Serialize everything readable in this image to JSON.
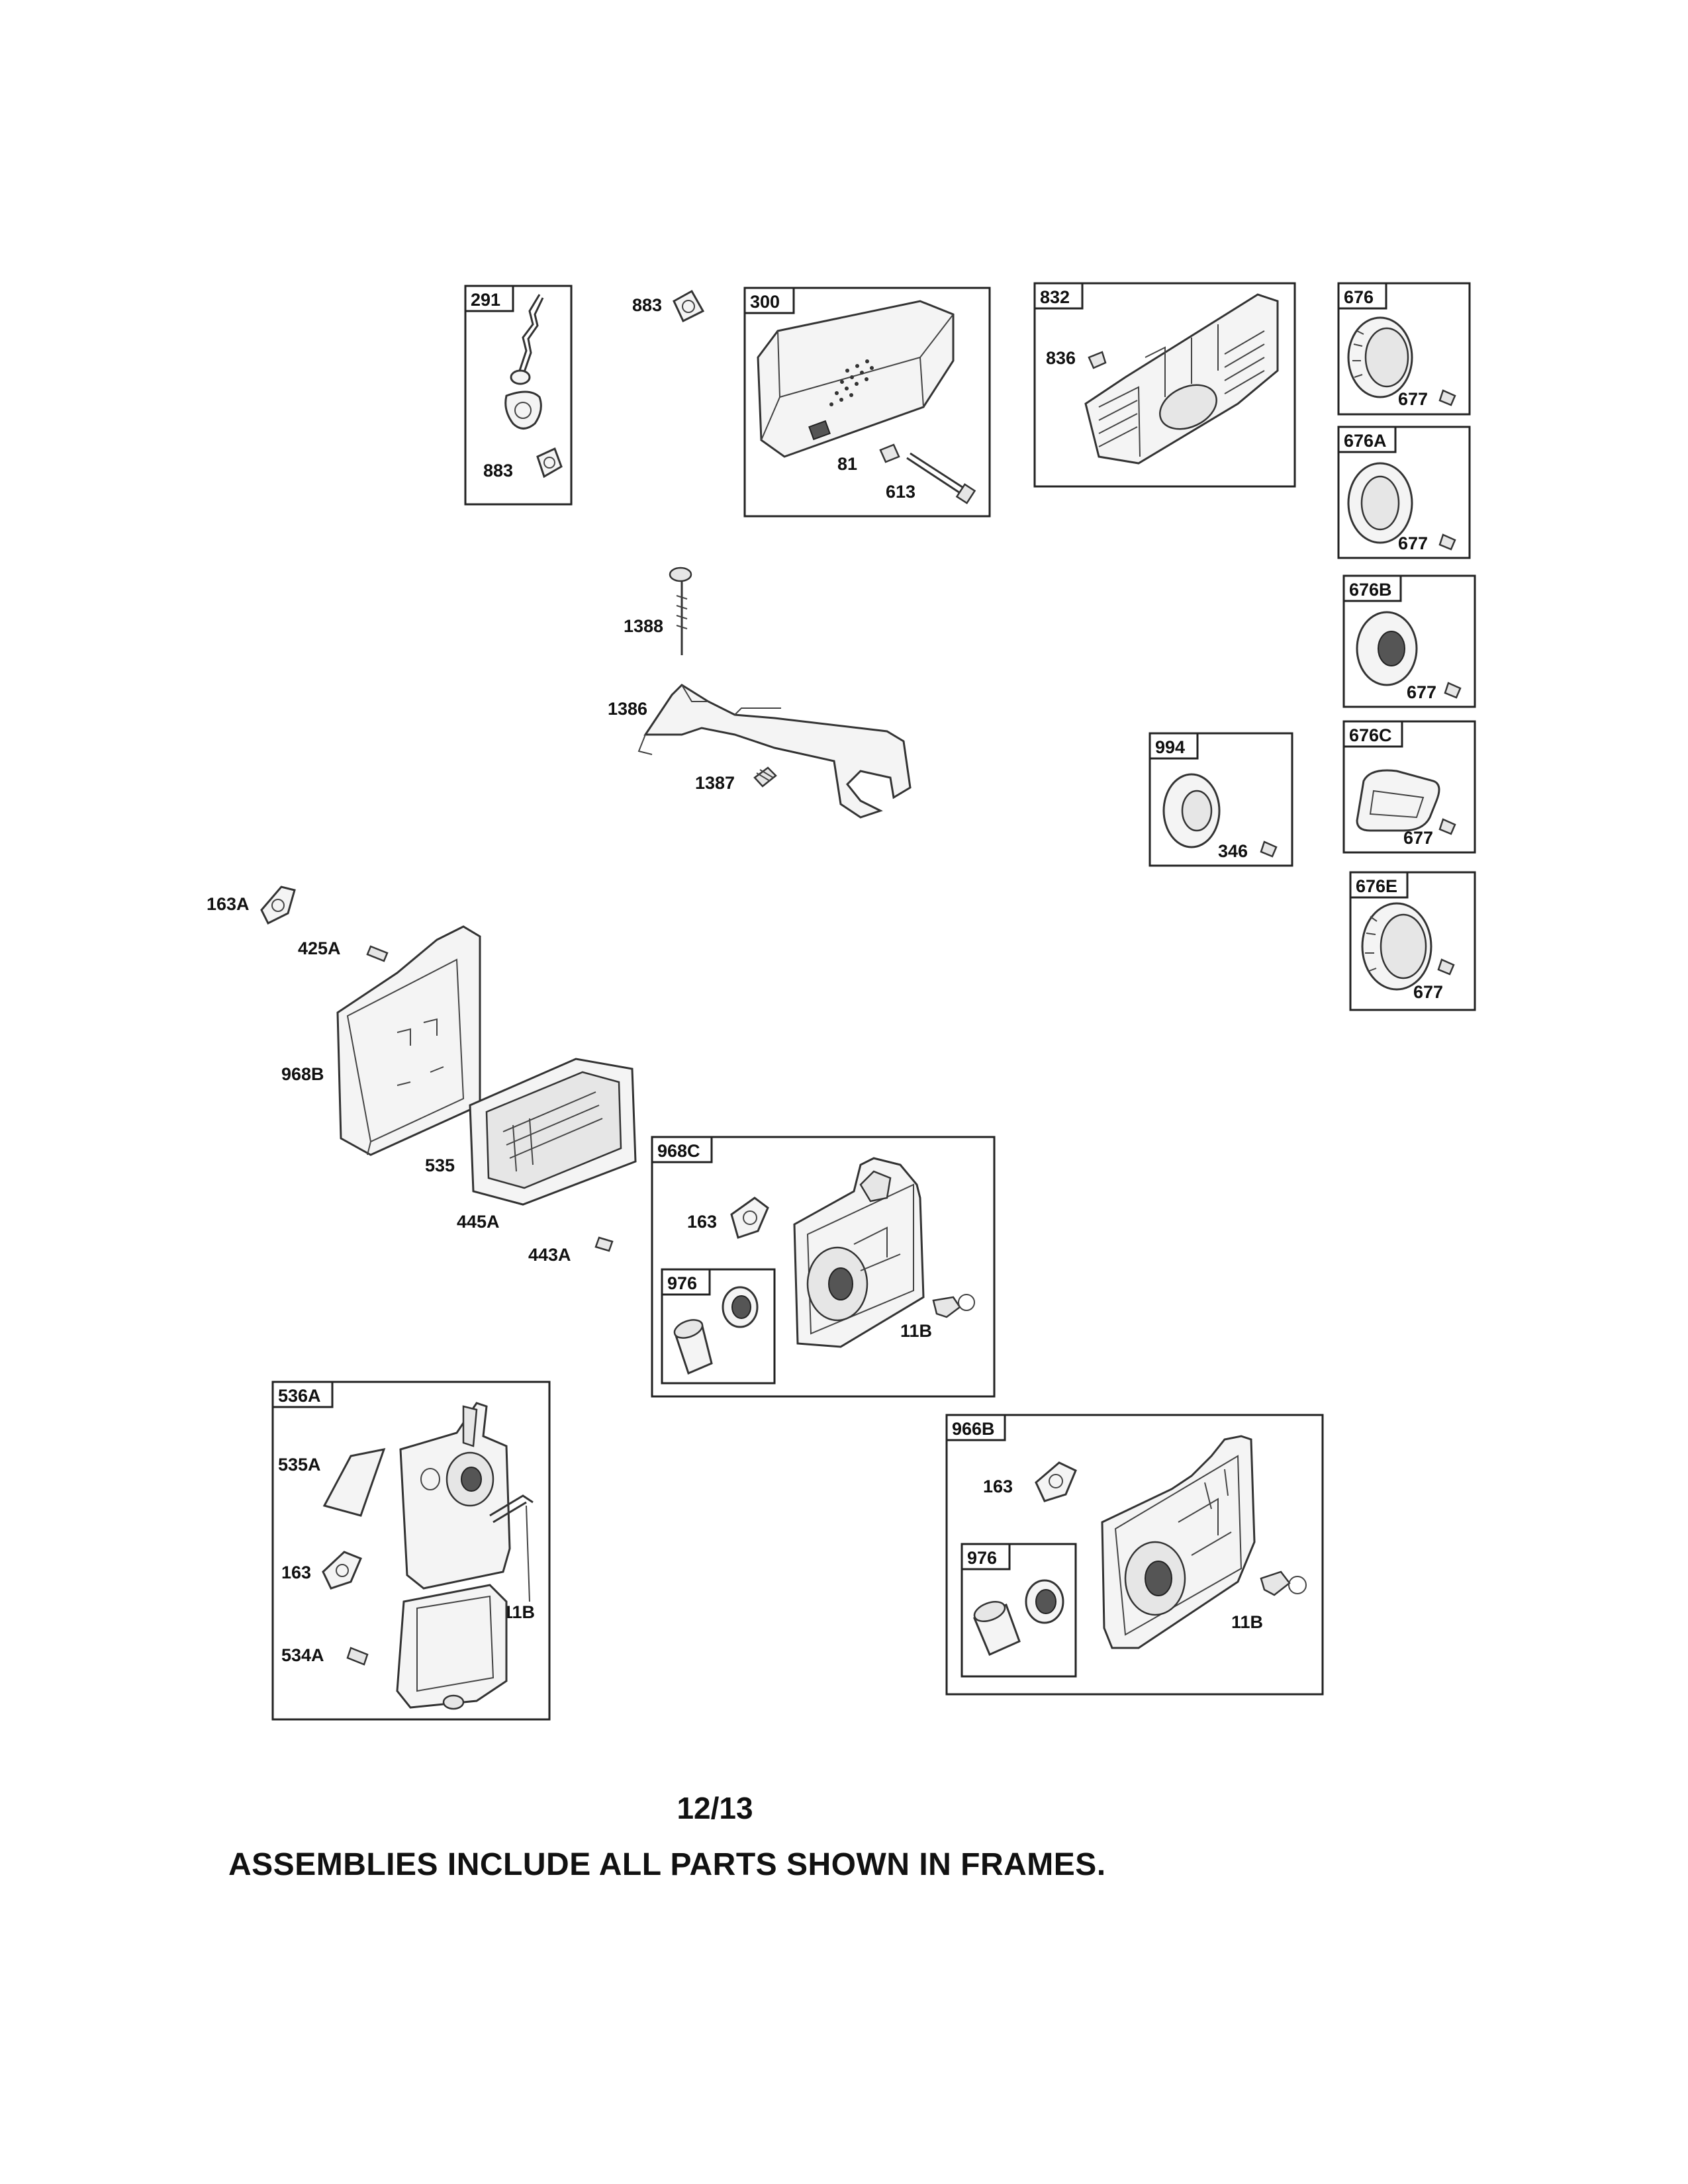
{
  "frames": {
    "f291": "291",
    "f300": "300",
    "f832": "832",
    "f676": "676",
    "f676A": "676A",
    "f676B": "676B",
    "f676C": "676C",
    "f676E": "676E",
    "f994": "994",
    "f968C": "968C",
    "f976a": "976",
    "f536A": "536A",
    "f966B": "966B",
    "f976b": "976"
  },
  "callouts": {
    "c883a": "883",
    "c883b": "883",
    "c81": "81",
    "c613": "613",
    "c836": "836",
    "c677a": "677",
    "c677b": "677",
    "c677c": "677",
    "c677d": "677",
    "c677e": "677",
    "c1388": "1388",
    "c1386": "1386",
    "c1387": "1387",
    "c346": "346",
    "c163A": "163A",
    "c425A": "425A",
    "c968B": "968B",
    "c535": "535",
    "c445A": "445A",
    "c443A": "443A",
    "c163a": "163",
    "c11Ba": "11B",
    "c535A": "535A",
    "c163b": "163",
    "c534A": "534A",
    "c11Bb": "11B",
    "c163c": "163",
    "c11Bc": "11B"
  },
  "footer": {
    "page_number": "12/13",
    "note": "ASSEMBLIES INCLUDE ALL PARTS SHOWN IN FRAMES."
  }
}
